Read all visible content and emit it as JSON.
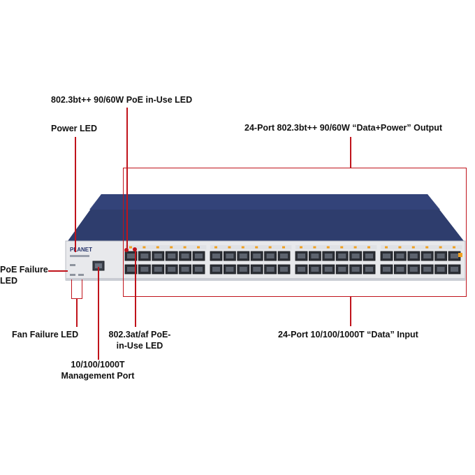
{
  "labels": {
    "poe_inuse_led_bt": "802.3bt++ 90/60W PoE in-Use LED",
    "power_led": "Power LED",
    "output_ports": "24-Port 802.3bt++ 90/60W “Data+Power” Output",
    "poe_failure_led_line1": "PoE Failure",
    "poe_failure_led_line2": "LED",
    "fan_failure_led": "Fan Failure LED",
    "poe_inuse_led_at_line1": "802.3at/af PoE-",
    "poe_inuse_led_at_line2": "in-Use LED",
    "input_ports": "24-Port 10/100/1000T “Data” Input",
    "mgmt_port_line1": "10/100/1000T",
    "mgmt_port_line2": "Management Port"
  },
  "device": {
    "brand": "PLANET",
    "port_groups": 4,
    "ports_per_group": 12
  },
  "colors": {
    "callout": "#c0131b",
    "chassis_top": "#2d3c6c",
    "front_panel": "#e9eaec",
    "port_led": "#f0a020"
  }
}
